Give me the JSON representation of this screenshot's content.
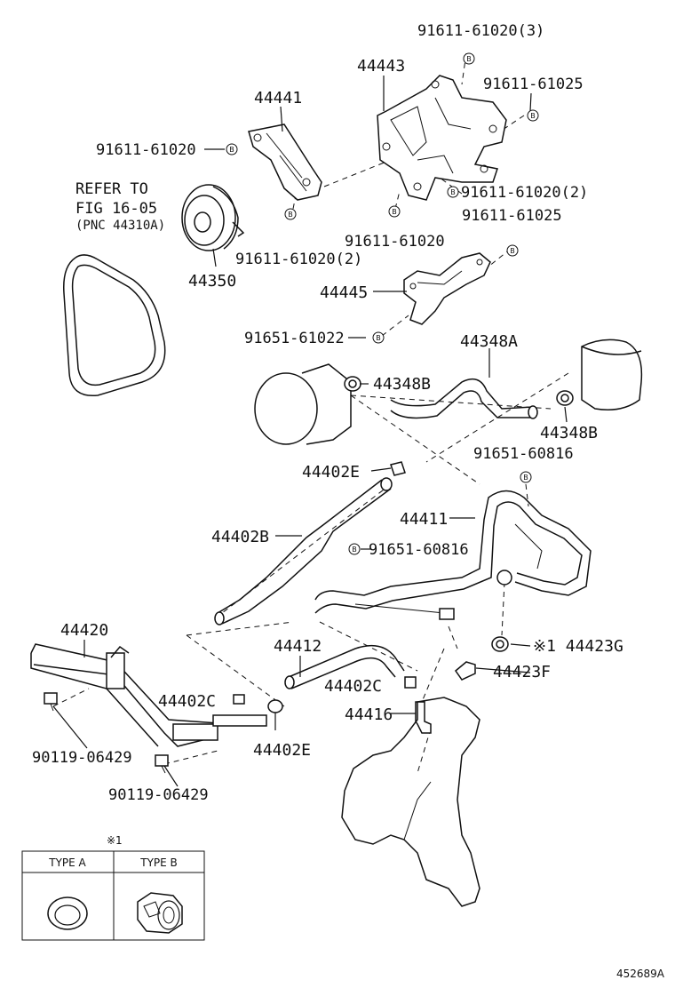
{
  "labels": {
    "p91611_61020_3": "91611-61020(3)",
    "p44443": "44443",
    "p91611_61025_a": "91611-61025",
    "p44441": "44441",
    "p91611_61020_a": "91611-61020",
    "refer1": "REFER TO",
    "refer2": "FIG 16-05",
    "refer3": "(PNC 44310A)",
    "p91611_61020_2a": "91611-61020(2)",
    "p91611_61025_b": "91611-61025",
    "p91611_61020_b": "91611-61020",
    "p91611_61020_2b": "91611-61020(2)",
    "p44350": "44350",
    "p44445": "44445",
    "p91651_61022": "91651-61022",
    "p44348A": "44348A",
    "p44348B_a": "44348B",
    "p44348B_b": "44348B",
    "p91651_60816_a": "91651-60816",
    "p44402E_a": "44402E",
    "p44411": "44411",
    "p44402B": "44402B",
    "p91651_60816_b": "91651-60816",
    "p44420": "44420",
    "p44412": "44412",
    "p44423G": "※1 44423G",
    "p44402C_a": "44402C",
    "p44402C_b": "44402C",
    "p44423F": "44423F",
    "p44416": "44416",
    "p90119_06429_a": "90119-06429",
    "p44402E_b": "44402E",
    "p90119_06429_b": "90119-06429",
    "bolt_symbol": "B"
  },
  "legend": {
    "note": "※1",
    "type_a": "TYPE A",
    "type_b": "TYPE B"
  },
  "figure_id": "452689A"
}
